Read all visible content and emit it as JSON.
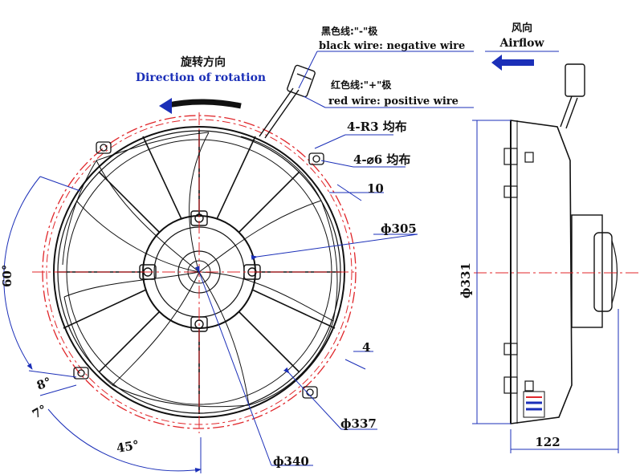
{
  "colors": {
    "dimension": "#1b2fb8",
    "centerline": "#e0262a",
    "outline": "#111111"
  },
  "labels": {
    "rotation_cn": "旋转方向",
    "rotation_en": "Direction of rotation",
    "black_cn": "黑色线:\"-\"极",
    "black_en": "black wire: negative wire",
    "red_cn": "红色线:\"+\"极",
    "red_en": "red wire: positive wire",
    "airflow_cn": "风向",
    "airflow_en": "Airflow",
    "r3": "4-R3 均布",
    "hole6": "4-⌀6 均布",
    "d10": "10",
    "d305": "ф305",
    "d4": "4",
    "d337": "ф337",
    "d340": "ф340",
    "d331": "ф331",
    "d122": "122",
    "a60": "60°",
    "a8": "8°",
    "a7": "7°",
    "a45": "45°"
  }
}
